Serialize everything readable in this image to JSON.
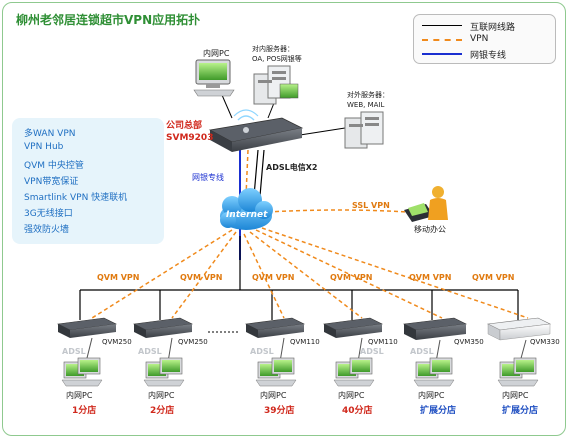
{
  "title": "柳州老邻居连锁超市VPN应用拓扑",
  "legend": {
    "items": [
      {
        "label": "互联网线路",
        "color": "#000000",
        "style": "solid"
      },
      {
        "label": "VPN",
        "color": "#f08a1c",
        "style": "dashed"
      },
      {
        "label": "网银专线",
        "color": "#1a2fd0",
        "style": "solid"
      }
    ]
  },
  "features": [
    "多WAN VPN",
    "VPN Hub",
    "QVM 中央控管",
    "VPN带宽保证",
    "Smartlink VPN 快速联机",
    "3G无线接口",
    "强效防火墙"
  ],
  "hq": {
    "label_line1": "公司总部",
    "label_line2": "SVM9203",
    "pc_label": "内网PC",
    "internal_servers_line1": "对内服务器：",
    "internal_servers_line2": "OA, POS网银等",
    "external_servers_line1": "对外服务器：",
    "external_servers_line2": "WEB, MAIL",
    "bank_line_label": "网银专线",
    "adsl_label": "ADSL电信X2"
  },
  "internet_label": "Internet",
  "mobile": {
    "vpn_label": "SSL VPN",
    "label": "移动办公"
  },
  "branches": [
    {
      "vpn": "QVM VPN",
      "adsl": "ADSL",
      "model": "QVM250",
      "pc": "内网PC",
      "name": "1分店",
      "type": "store"
    },
    {
      "vpn": "QVM VPN",
      "adsl": "ADSL",
      "model": "QVM250",
      "pc": "内网PC",
      "name": "2分店",
      "type": "store"
    },
    {
      "vpn": "QVM VPN",
      "adsl": "ADSL",
      "model": "QVM110",
      "pc": "内网PC",
      "name": "39分店",
      "type": "store"
    },
    {
      "vpn": "QVM VPN",
      "adsl": "ADSL",
      "model": "QVM110",
      "pc": "内网PC",
      "name": "40分店",
      "type": "store"
    },
    {
      "vpn": "QVM VPN",
      "adsl": "ADSL",
      "model": "QVM350",
      "pc": "内网PC",
      "name": "扩展分店",
      "type": "ext"
    },
    {
      "vpn": "QVM VPN",
      "adsl": "",
      "model": "QVM330",
      "pc": "内网PC",
      "name": "扩展分店",
      "type": "ext"
    }
  ],
  "colors": {
    "internet_line": "#000000",
    "vpn": "#f08a1c",
    "bank_line": "#1a2fd0",
    "accent_red": "#d0281c",
    "accent_blue": "#1f6fc2",
    "title_green": "#2f8f35"
  }
}
